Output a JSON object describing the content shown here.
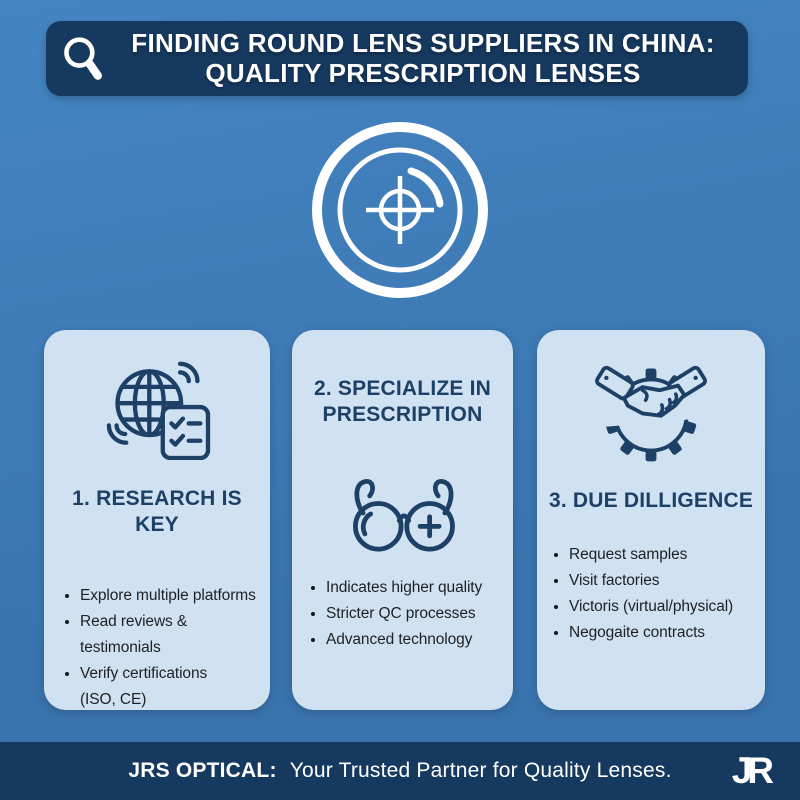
{
  "colors": {
    "background_top": "#4485c3",
    "background_bottom": "#3a74ae",
    "panel_navy": "#16395f",
    "card_bg": "#d0e1f1",
    "accent_navy": "#1d4066",
    "text_dark": "#1d2125",
    "white": "#ffffff"
  },
  "header": {
    "icon": "magnifier-icon",
    "title_line1": "FINDING ROUND LENS SUPPLIERS IN CHINA:",
    "title_line2": "QUALITY PRESCRIPTION LENSES"
  },
  "hero": {
    "icon": "round-lens-target-icon"
  },
  "cards": [
    {
      "icon": "globe-checklist-icon",
      "title": "1. RESEARCH IS KEY",
      "bullets": [
        "Explore multiple platforms",
        "Read reviews & testimonials",
        "Verify certifications\n(ISO, CE)"
      ]
    },
    {
      "icon": "prescription-glasses-icon",
      "title": "2. SPECIALIZE IN PRESCRIPTION",
      "bullets": [
        "Indicates higher quality",
        "Stricter QC processes",
        "Advanced technology"
      ]
    },
    {
      "icon": "handshake-gear-icon",
      "title": "3. DUE DILLIGENCE",
      "bullets": [
        "Request samples",
        "Visit factories",
        "Victoris (virtual/physical)",
        "Negogaite contracts"
      ]
    }
  ],
  "footer": {
    "brand": "JRS OPTICAL:",
    "tagline": "Your Trusted Partner for Quality Lenses.",
    "logo_text": "JR"
  }
}
